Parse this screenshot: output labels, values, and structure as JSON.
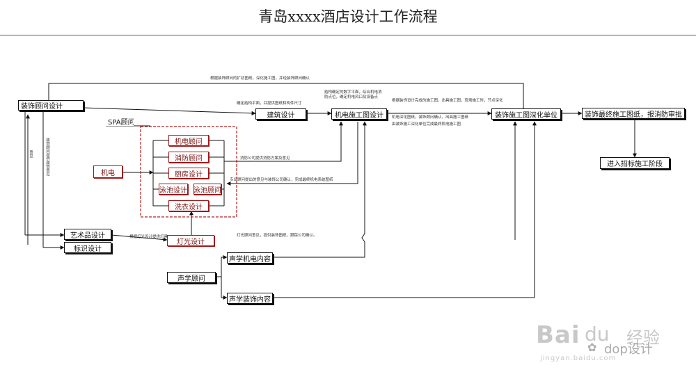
{
  "title": "青岛xxxx酒店设计工作流程",
  "nodes": {
    "decor_consultant": "装饰顾问设计",
    "spa_consultant": "SPA顾问",
    "mep": "机电",
    "mep_consultant": "机电顾问",
    "fire_consultant": "消防顾问",
    "kitchen_design": "厨房设计",
    "pool_design": "泳池设计",
    "pool_consultant": "泳池顾问",
    "laundry_design": "洗衣设计",
    "art_design": "艺术品设计",
    "signage_design": "标识设计",
    "lighting_design": "灯光设计",
    "architecture_design": "建筑设计",
    "mep_construction": "机电施工图设计",
    "deepening_unit": "装饰施工图深化单位",
    "final_drawings": "装饰最终施工图纸，报消防审批",
    "tender_stage": "进入招标施工阶段",
    "acoustic_consultant": "声学顾问",
    "acoustic_mep": "声学机电内容",
    "acoustic_decor": "声学装饰内容"
  },
  "notes": {
    "top_feedback": "根据装饰顾问的扩初图纸，深化施工图，并经装饰顾问确认",
    "arch_note": "确定结构平面，并提供图纸和构件尺寸",
    "mep_box_note": "结构确定的数字平面，综合机电消防点位，确定机电风口及设备点",
    "deepen_note1": "根据装饰设计完成的施工图，出具施工图，现场施工时，节点深化",
    "deepen_note2": "机电深化图纸，装饰顾问确认，出具施工图纸",
    "deepen_note3": "由装饰施工深化单位完成最终机电施工图",
    "fire_note": "消防公司提供消防方案及意见",
    "mep_feedback": "专业顾问提出的意见与装饰公司确认，完成最终机电系统图纸",
    "lighting_left_note": "根据灯光设计提供灯具",
    "lighting_right_note": "灯光顾问意见，提供装饰图纸，跟踪公司确认。",
    "vertical_note1": "装饰顾问提供装饰意见",
    "vertical_note2": "意见"
  },
  "watermark": {
    "baidu": "Bai",
    "paw": "du",
    "jingyan": "jingyan.baidu.com",
    "dop": "dop设计",
    "sub": "经验"
  }
}
